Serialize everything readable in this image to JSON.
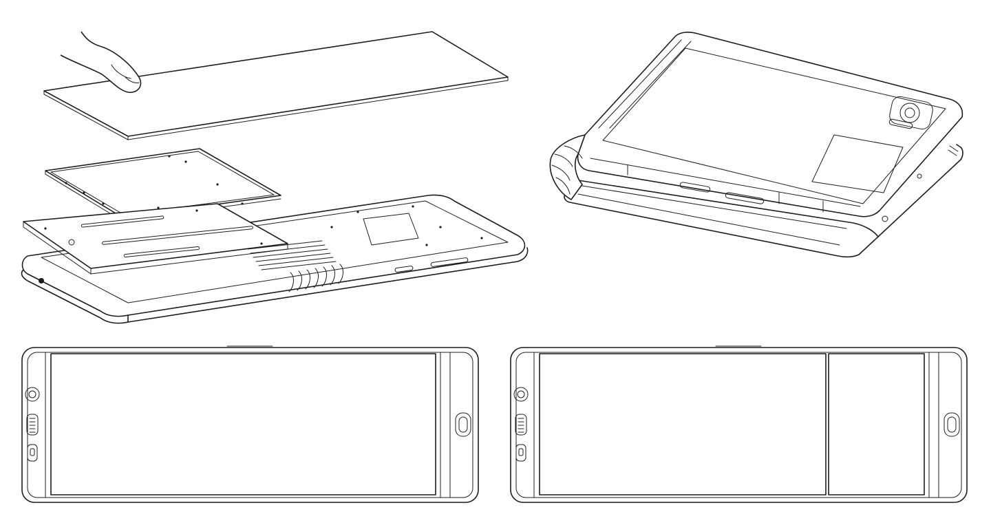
{
  "figure": {
    "line_color": "#1c1c1c",
    "background": "#ffffff",
    "views": [
      "exploded-view",
      "folded-perspective-view",
      "unfolded-front-view",
      "unfolded-front-view-with-rear-panel"
    ]
  }
}
